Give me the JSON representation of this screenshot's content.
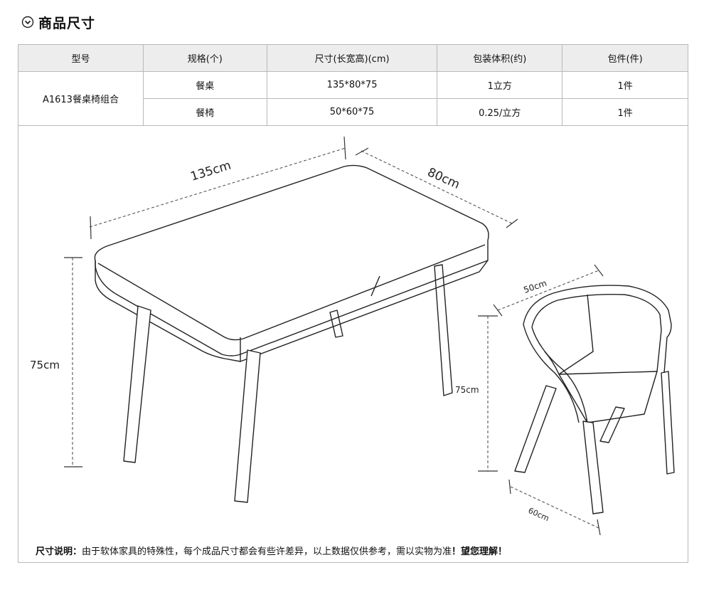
{
  "section": {
    "title": "商品尺寸",
    "icon": "chevron-down-circle-icon"
  },
  "table": {
    "headers": [
      "型号",
      "规格(个)",
      "尺寸(长宽高)(cm)",
      "包装体积(约)",
      "包件(件)"
    ],
    "model": "A1613餐桌椅组合",
    "rows": [
      {
        "spec": "餐桌",
        "size": "135*80*75",
        "volume": "1立方",
        "packages": "1件"
      },
      {
        "spec": "餐椅",
        "size": "50*60*75",
        "volume": "0.25/立方",
        "packages": "1件"
      }
    ]
  },
  "drawing": {
    "table_length": "135cm",
    "table_width": "80cm",
    "table_height": "75cm",
    "chair_width": "50cm",
    "chair_height": "75cm",
    "chair_depth": "60cm"
  },
  "note": {
    "label": "尺寸说明：",
    "text": "由于软体家具的特殊性，每个成品尺寸都会有些许差异，以上数据仅供参考，需以实物为准",
    "emphasis": "！望您理解！"
  }
}
